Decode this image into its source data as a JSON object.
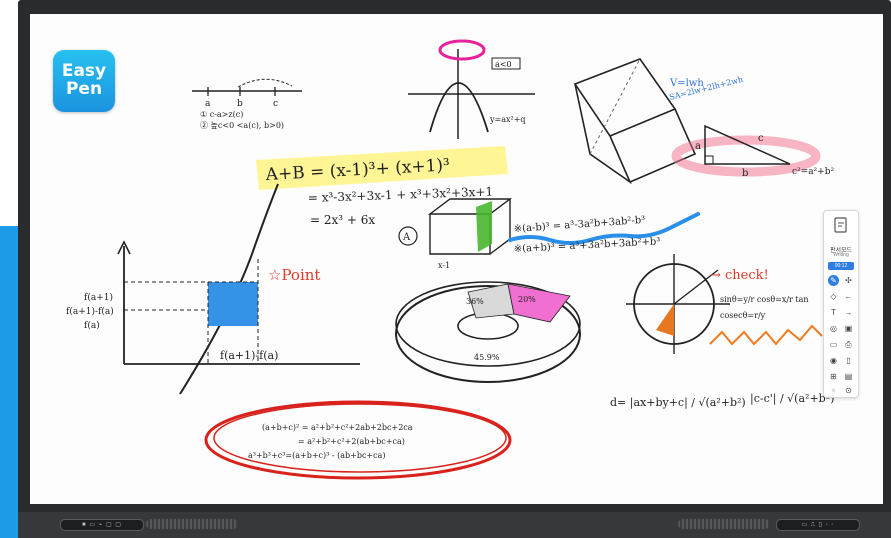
{
  "logo": {
    "line1": "Easy",
    "line2": "Pen"
  },
  "toolbar": {
    "title": "판서모드",
    "subtitle": "Writing",
    "time": "00:12",
    "icons": [
      "pen-icon",
      "move-icon",
      "eraser-icon",
      "undo-icon",
      "text-icon",
      "redo-icon",
      "capture-icon",
      "save-icon",
      "record-icon",
      "print-icon",
      "browser-icon",
      "clipboard-icon",
      "grid-icon",
      "folder-icon",
      "close-icon",
      "settings-icon"
    ]
  },
  "bezel": {
    "left_port_label": "■ ▭ ⌁ ▢ ▢",
    "right_port_label": "▭ ⎍ ▯ ◦ ◦"
  },
  "board": {
    "numberline_labels": [
      "a",
      "b",
      "c"
    ],
    "numberline_notes": [
      "① c-a>z(c)",
      "② 높c<0 <a(c), b>0)"
    ],
    "parabola_label": "a<0",
    "parabola_eq": "y=ax²+q",
    "cube_notes": [
      "V=lwh",
      "SA=2lw+2lh+2wh"
    ],
    "triangle_labels": [
      "a",
      "b",
      "c",
      "c²=a²+b²"
    ],
    "eq_main": "A+B = (x-1)³+ (x+1)³",
    "eq_line2": "= x³-3x²+3x-1 + x³+3x²+3x+1",
    "eq_line3": "= 2x³ + 6x",
    "box_label": "A",
    "box_dim": "x-1",
    "blue_eq1": "※(a-b)³ = a³-3a²b+3ab²-b³",
    "blue_eq2": "※(a+b)³ = a³+3a²b+3ab²+b³",
    "graph_labels": [
      "f(a+1)",
      "f(a+1)-f(a)",
      "f(a)",
      "f(a+1)-f(a)"
    ],
    "point_note": "☆Point",
    "torus_labels": [
      "36%",
      "20%",
      "45.9%"
    ],
    "check_note": "→ check!",
    "trig_line1": "sinθ=y/r  cosθ=x/r  tan",
    "trig_line2": "cosecθ=r/y",
    "distance_formula": "d= |ax+by+c| / √(a²+b²)",
    "distance_formula2": "|c-c'| / √(a²+b²)",
    "red_lines": [
      "(a+b+c)² = a²+b²+c²+2ab+2bc+2ca",
      "= a²+b²+c²+2(ab+bc+ca)",
      "a³+b³+c³=(a+b+c)³ - (ab+bc+ca)"
    ]
  }
}
